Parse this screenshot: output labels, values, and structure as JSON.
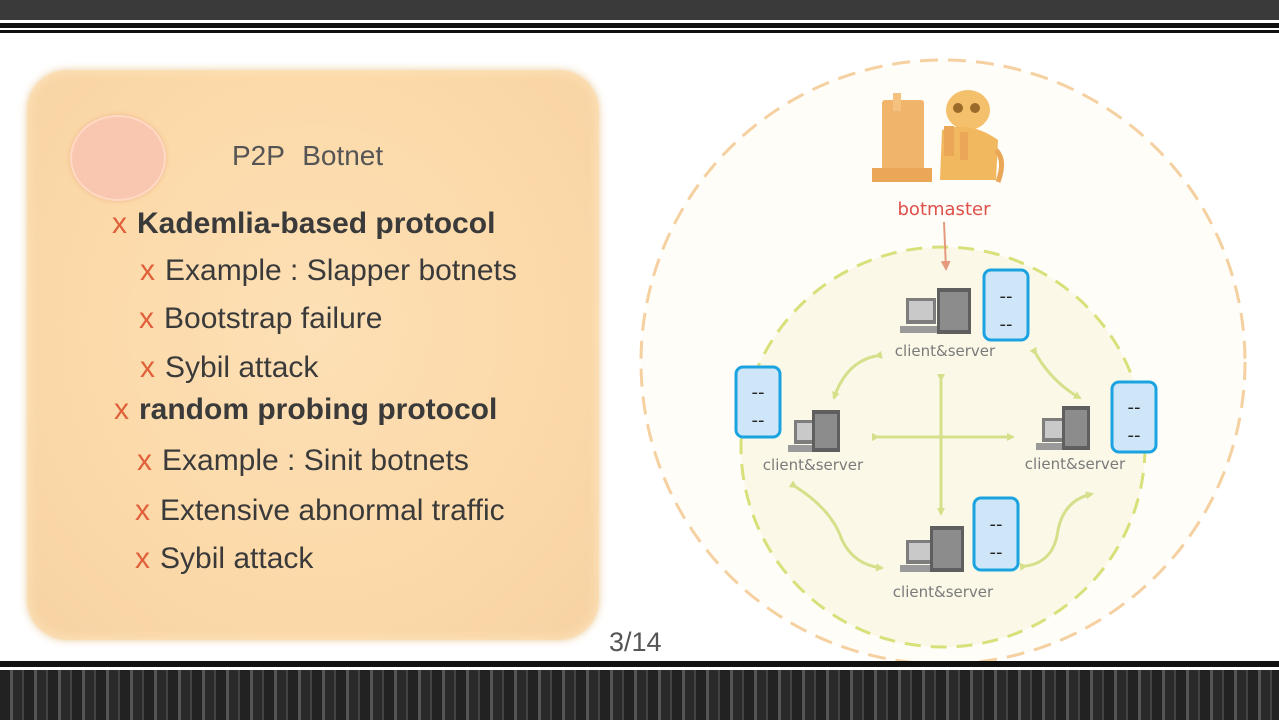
{
  "card": {
    "title": "P2P Botnet",
    "bullets": [
      {
        "marker": "x",
        "text": "Kademlia-based protocol"
      },
      {
        "marker": "x",
        "text": "Example : Slapper botnets"
      },
      {
        "marker": "x",
        "text": "Bootstrap failure"
      },
      {
        "marker": "x",
        "text": "Sybil attack"
      },
      {
        "marker": "x",
        "text": "random probing protocol"
      },
      {
        "marker": "x",
        "text": "Example : Sinit botnets"
      },
      {
        "marker": "x",
        "text": "Extensive abnormal traffic"
      },
      {
        "marker": "x",
        "text": "Sybil attack"
      }
    ]
  },
  "diagram": {
    "botmaster_label": "botmaster",
    "node_labels": [
      "client&server",
      "client&server",
      "client&server",
      "client&server"
    ],
    "doc_marks": [
      "--",
      "--"
    ]
  },
  "page_number": "3/14",
  "colors": {
    "accent_orange": "#e0603a",
    "botmaster_red": "#e0504a",
    "outer_circle": "#f5d0a0",
    "inner_circle": "#d8e07a",
    "arrow_green": "#d6df8a",
    "doc_border": "#1aa3e0"
  }
}
